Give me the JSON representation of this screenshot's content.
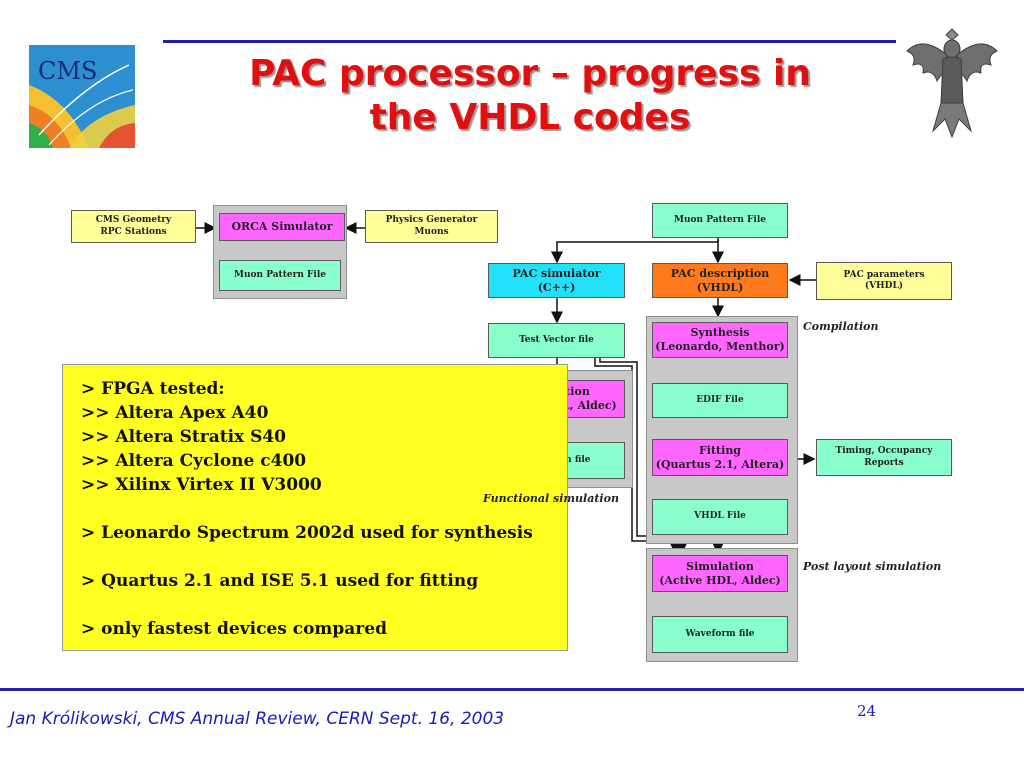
{
  "slide": {
    "title_line1": "PAC processor – progress in",
    "title_line2": "the VHDL codes",
    "logo_text": "CMS",
    "footer": "Jan Królikowski, CMS Annual Review, CERN Sept. 16, 2003",
    "page_number": "24"
  },
  "diagram": {
    "cms_geometry": [
      "CMS Geometry",
      "RPC Stations"
    ],
    "orca_simulator": [
      "ORCA Simulator"
    ],
    "physics_generator": [
      "Physics Generator",
      "Muons"
    ],
    "muon_pattern_file_left": [
      "Muon Pattern File"
    ],
    "muon_pattern_file_right": [
      "Muon Pattern File"
    ],
    "pac_simulator": [
      "PAC simulator",
      "(C++)"
    ],
    "pac_description": [
      "PAC description",
      "(VHDL)"
    ],
    "pac_parameters": [
      "PAC parameters",
      "(VHDL)"
    ],
    "test_vector_file": [
      "Test Vector file"
    ],
    "synthesis": [
      "Synthesis",
      "(Leonardo, Menthor)"
    ],
    "edif_file": [
      "EDIF File"
    ],
    "fitting": [
      "Fitting",
      "(Quartus 2.1, Altera)"
    ],
    "timing_reports": [
      "Timing, Occupancy",
      "Reports"
    ],
    "vhdl_file": [
      "VHDL File"
    ],
    "func_simulation": [
      "Simulation",
      "(Active HDL, Aldec)"
    ],
    "func_waveform": [
      "Waveform file"
    ],
    "post_simulation": [
      "Simulation",
      "(Active HDL, Aldec)"
    ],
    "post_waveform": [
      "Waveform file"
    ],
    "label_compilation": "Compilation",
    "label_functional": "Functional simulation",
    "label_post_layout": "Post layout simulation"
  },
  "notes": [
    "> FPGA tested:",
    ">> Altera Apex A40",
    ">> Altera Stratix S40",
    ">> Altera Cyclone c400",
    ">> Xilinx Virtex II V3000",
    "",
    "> Leonardo Spectrum 2002d used for synthesis",
    "",
    "> Quartus 2.1 and ISE 5.1 used for fitting",
    "",
    "> only fastest devices compared"
  ],
  "colors": {
    "title": "#e01010",
    "footer": "#1a1ab8",
    "note_background": "#ffff22",
    "box_yellow": "#ffff99",
    "box_green": "#88ffcc",
    "box_magenta": "#ff66ff",
    "box_cyan": "#22e0f8",
    "box_orange": "#ff7a1a"
  }
}
